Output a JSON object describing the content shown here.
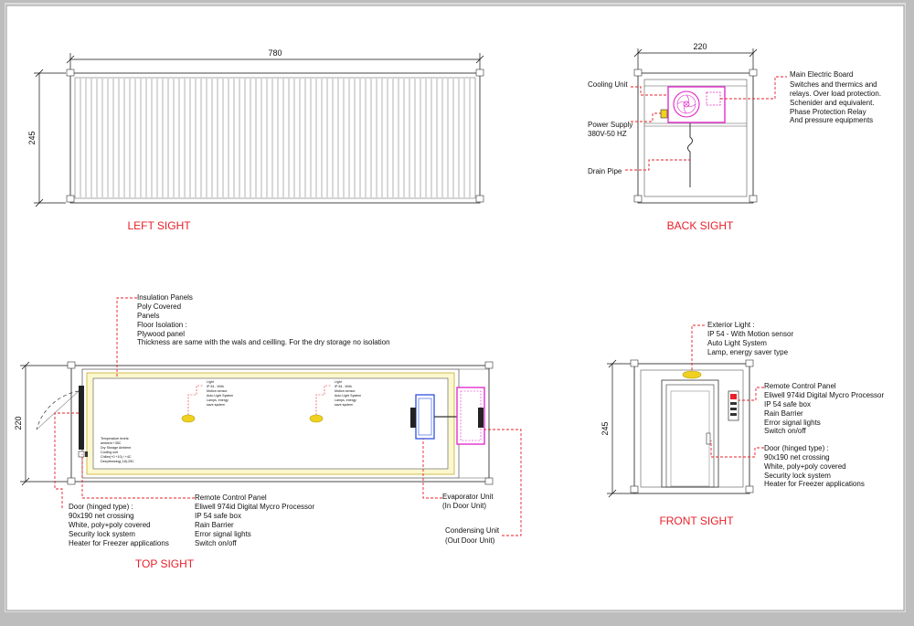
{
  "dimensions": {
    "left_length": "780",
    "left_height": "245",
    "back_width": "220",
    "top_width": "220",
    "front_height": "245"
  },
  "titles": {
    "left": "LEFT SIGHT",
    "back": "BACK SIGHT",
    "top": "TOP SIGHT",
    "front": "FRONT SIGHT"
  },
  "back": {
    "cooling_unit": "Cooling Unit",
    "power_supply": [
      "Power Supply",
      "380V-50 HZ"
    ],
    "drain_pipe": "Drain Pipe",
    "electric_board": [
      "Main Electric Board",
      "Switches and thermics and",
      "relays. Over load protection.",
      "Schenider and equivalent.",
      "Phase Protection Relay",
      "And pressure equipments"
    ]
  },
  "top": {
    "insulation": [
      "Insulation Panels",
      "Poly Covered",
      "Panels",
      "Floor Isolation :",
      "Plywood panel",
      "Thickness are same with the wals and ceilling. For the dry storage no isolation"
    ],
    "light_small": [
      "Light",
      "IP 54 - With",
      "Motion sensor",
      "Auto Light System",
      "Lamps, energy",
      "save system"
    ],
    "temp_small": [
      "Temperature levels:",
      "ambient +35C",
      "Dry Storage Ambient",
      "Cooling unit",
      "Chiller(+0 +10) / +4C",
      "Deepfreezing(-18)-25C"
    ],
    "door": [
      "Door (hinged type) :",
      "90x190 net crossing",
      "White, poly+poly covered",
      "Security lock system",
      "Heater for Freezer applications"
    ],
    "remote": [
      "Remote Control Panel",
      "Eliwell 974id Digital Mycro Processor",
      "IP 54 safe box",
      "Rain Barrier",
      "Error signal lights",
      "Switch on/off"
    ],
    "evaporator": [
      "Evaporator Unit",
      "(In Door Unit)"
    ],
    "condensing": [
      "Condensing Unit",
      "(Out Door Unit)"
    ]
  },
  "front": {
    "exterior_light": [
      "Exterior Light :",
      "IP 54 - With Motion sensor",
      "Auto Light System",
      "Lamp, energy saver type"
    ],
    "remote": [
      "Remote Control Panel",
      "Eliwell 974id Digital Mycro Processor",
      "IP 54 safe box",
      "Rain Barrier",
      "Error signal lights",
      "Switch on/off"
    ],
    "door": [
      "Door (hinged type) :",
      "90x190 net crossing",
      "White, poly+poly covered",
      "Security lock system",
      "Heater for Freezer applications"
    ]
  },
  "colors": {
    "leader": "#e8202a",
    "title": "#e8202a",
    "unit_magenta": "#e020c8",
    "unit_blue": "#3050e0",
    "insulation_fill": "#fbf7cf",
    "lamp": "#f0d020"
  }
}
